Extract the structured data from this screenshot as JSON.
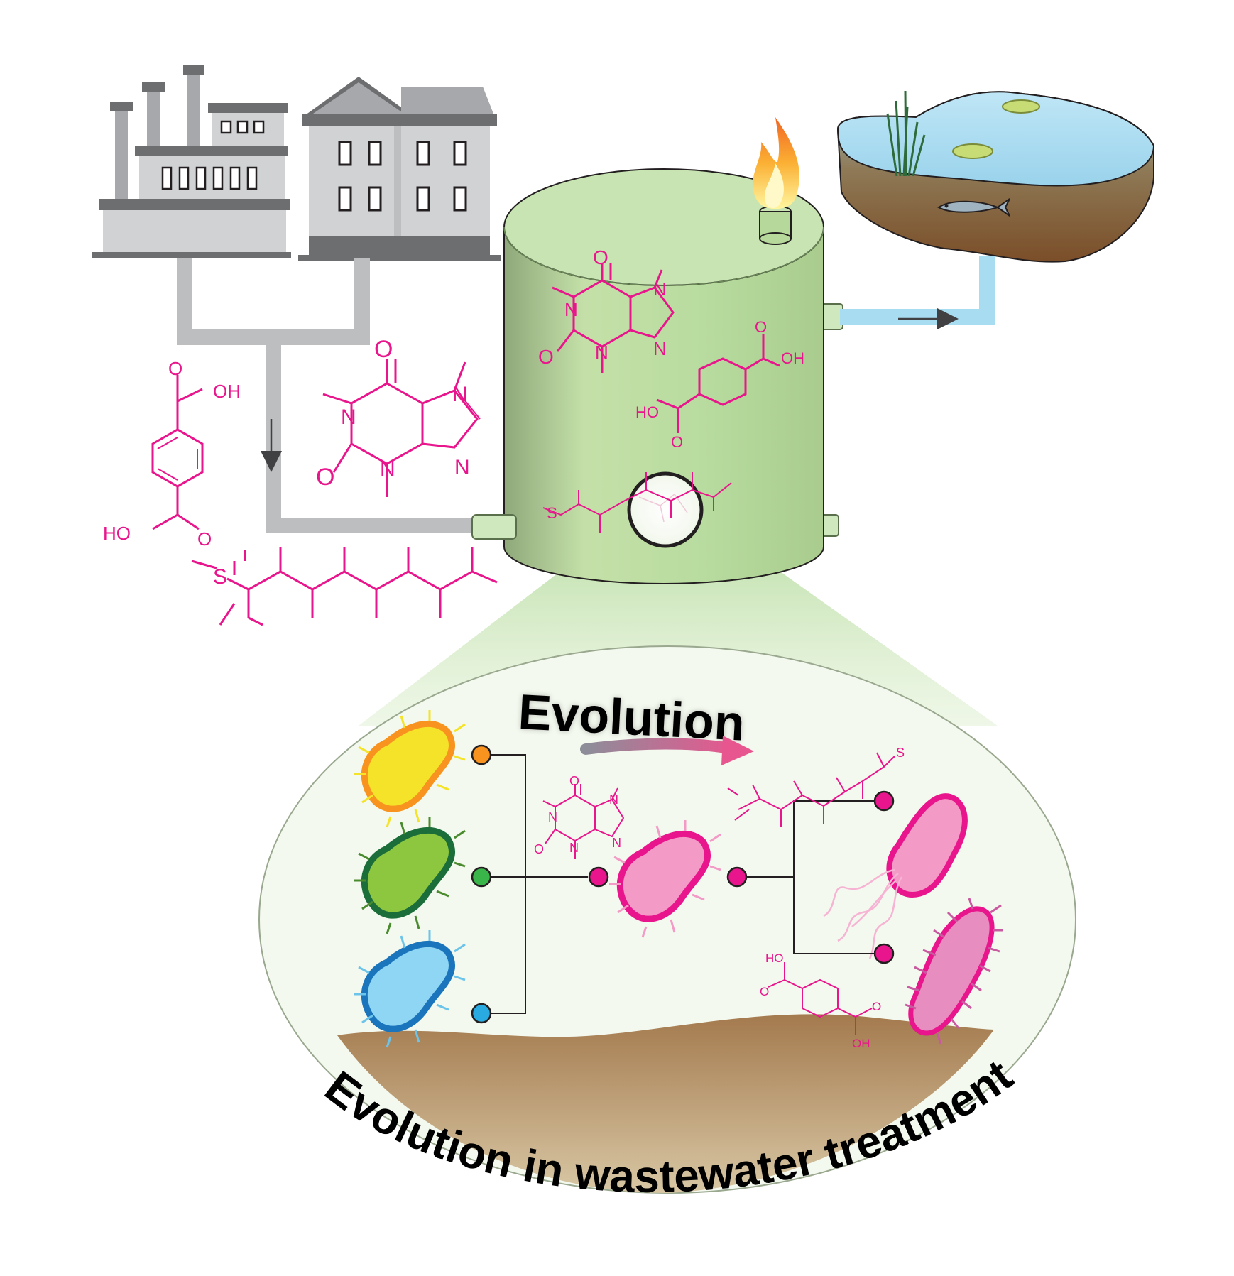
{
  "diagram": {
    "evolution_label": "Evolution",
    "caption": "Evolution in wastewater treatment",
    "molecule_atoms": {
      "oxygen": "O",
      "nitrogen": "N",
      "sulfur": "S",
      "hydroxyl_right": "OH",
      "hydroxyl_left": "HO"
    }
  },
  "colors": {
    "molecule": "#e8158c",
    "reactor": "#b5d89a",
    "pipe_gray": "#bcbec0",
    "pipe_blue": "#a8dcf1",
    "soil": "#a47a4e",
    "arrow_gradient_start": "#8d8d99",
    "arrow_gradient_end": "#e8568f",
    "bacterium_yellow": "#f5e32a",
    "bacterium_orange_outline": "#f7931e",
    "bacterium_green": "#8dc63f",
    "bacterium_darkgreen_outline": "#1b6e3a",
    "bacterium_blue": "#8fd6f5",
    "bacterium_blue_outline": "#1b75bc",
    "bacterium_pink": "#f39ac7",
    "bacterium_pink_outline": "#e8158c"
  },
  "icons": [
    "factory-icon",
    "house-icon",
    "flame-icon",
    "pond-icon",
    "fish-icon",
    "lily-pad-icon",
    "reed-icon",
    "magnifier-lens-icon"
  ]
}
